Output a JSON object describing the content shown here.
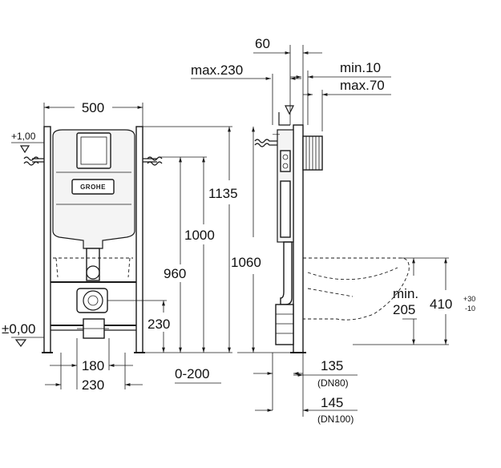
{
  "front_view": {
    "width_label": "500",
    "level_top_label": "+1,00",
    "level_floor_label": "±0,00",
    "brand_logo": "GROHE",
    "heights": {
      "h1135": "1135",
      "h1000": "1000",
      "h960": "960",
      "h230": "230"
    },
    "widths": {
      "w180": "180",
      "w230": "230"
    }
  },
  "side_view": {
    "top_60": "60",
    "max230": "max.230",
    "min10": "min.10",
    "max70": "max.70",
    "h1060": "1060",
    "range_0_200": "0-200",
    "dim_135": "135",
    "dn80": "(DN80)",
    "dim_145": "145",
    "dn100": "(DN100)",
    "min_label": "min.",
    "min_205": "205",
    "h410": "410",
    "tol_plus": "+30",
    "tol_minus": "-10"
  }
}
